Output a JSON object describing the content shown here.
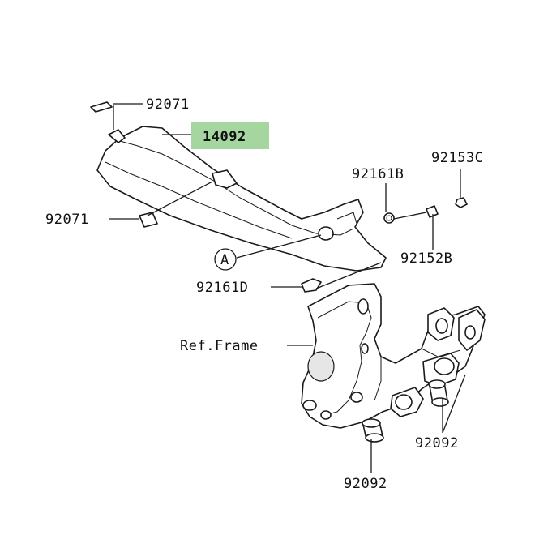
{
  "labels": {
    "grommet_top": "92071",
    "cover": "14092",
    "grommet_left": "92071",
    "collar_b": "92161B",
    "nut_c": "92153C",
    "bolt_b": "92152B",
    "ref_a": "A",
    "collar_d": "92161D",
    "ref_frame": "Ref.Frame",
    "damper_right": "92092",
    "damper_bottom": "92092"
  },
  "colors": {
    "highlight": "#a5d6a0",
    "line": "#1a1a1a"
  }
}
